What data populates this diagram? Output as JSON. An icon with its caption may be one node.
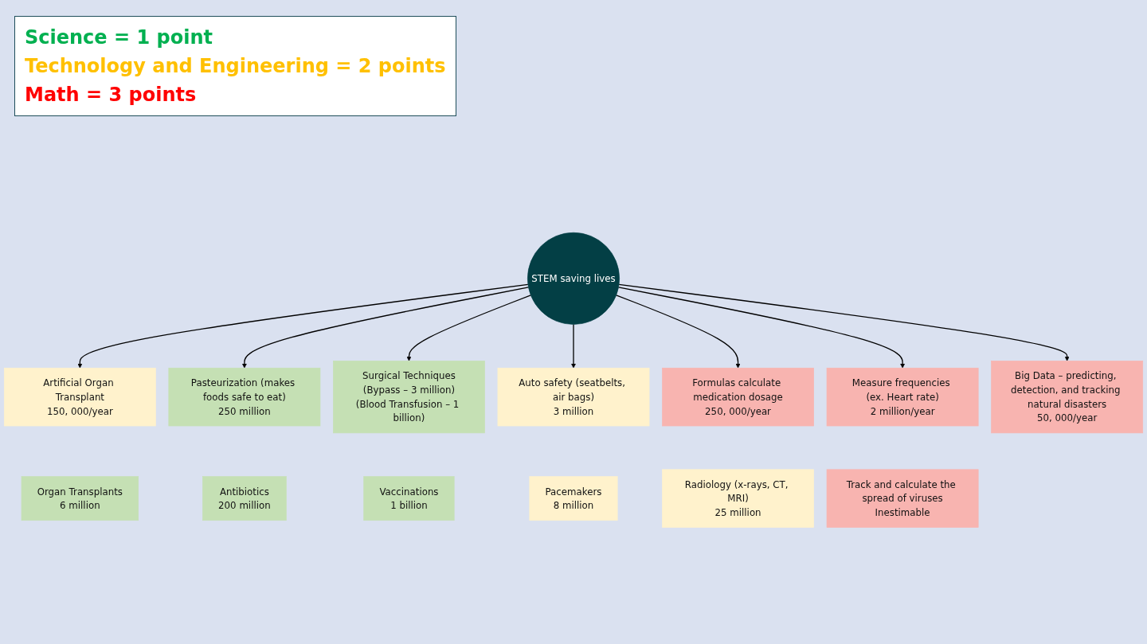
{
  "diagram": {
    "nodes": [
      {
        "text": [
          "Organ Transplants",
          "6 million"
        ]
      },
      {
        "text": [
          "Antibiotics",
          "200 million"
        ]
      },
      {
        "text": [
          "Pasteurization (makes foods safe to eat)",
          "250 million"
        ]
      },
      {
        "text": [
          "Vaccinations",
          "1 billion"
        ]
      },
      {
        "text": [
          "Artificial Organ Transplant",
          "150, 000/year"
        ]
      },
      {
        "text": [
          "Pacemakers",
          "8 million"
        ]
      },
      {
        "text": [
          "Surgical Techniques",
          "(Bypass – 3 million)",
          "(Blood Transfusion – 1 billion)"
        ]
      },
      {
        "text": [
          "Auto safety (seatbelts, air bags)",
          "3 million"
        ]
      },
      {
        "text": [
          "STEM saving lives"
        ]
      },
      {
        "text": [
          "Formulas calculate medication dosage",
          "250, 000/year"
        ]
      },
      {
        "text": [
          "Radiology (x-rays, CT, MRI)",
          "25 million"
        ]
      },
      {
        "text": [
          "Measure frequencies (ex. Heart rate)",
          "2 million/year"
        ]
      },
      {
        "text": [
          "Big Data – predicting, detection, and tracking natural disasters",
          "50, 000/year"
        ]
      },
      {
        "text": [
          "Track and calculate the spread of viruses",
          "Inestimable"
        ]
      }
    ],
    "edges": [
      {
        "from": 8,
        "to": 4,
        "arrow": "to"
      },
      {
        "from": 8,
        "to": 2,
        "arrow": "to"
      },
      {
        "from": 8,
        "to": 6,
        "arrow": "to"
      },
      {
        "from": 8,
        "to": 7,
        "arrow": "to"
      },
      {
        "from": 8,
        "to": 9,
        "arrow": "to"
      },
      {
        "from": 8,
        "to": 11,
        "arrow": "to"
      },
      {
        "from": 8,
        "to": 12,
        "arrow": "to"
      }
    ],
    "legend": [
      {
        "text": "Science = 1 point",
        "color": "#00b050"
      },
      {
        "text": "Technology and Engineering = 2 points",
        "color": "#ffc000"
      },
      {
        "text": "Math = 3 points",
        "color": "#ff0000"
      }
    ]
  }
}
